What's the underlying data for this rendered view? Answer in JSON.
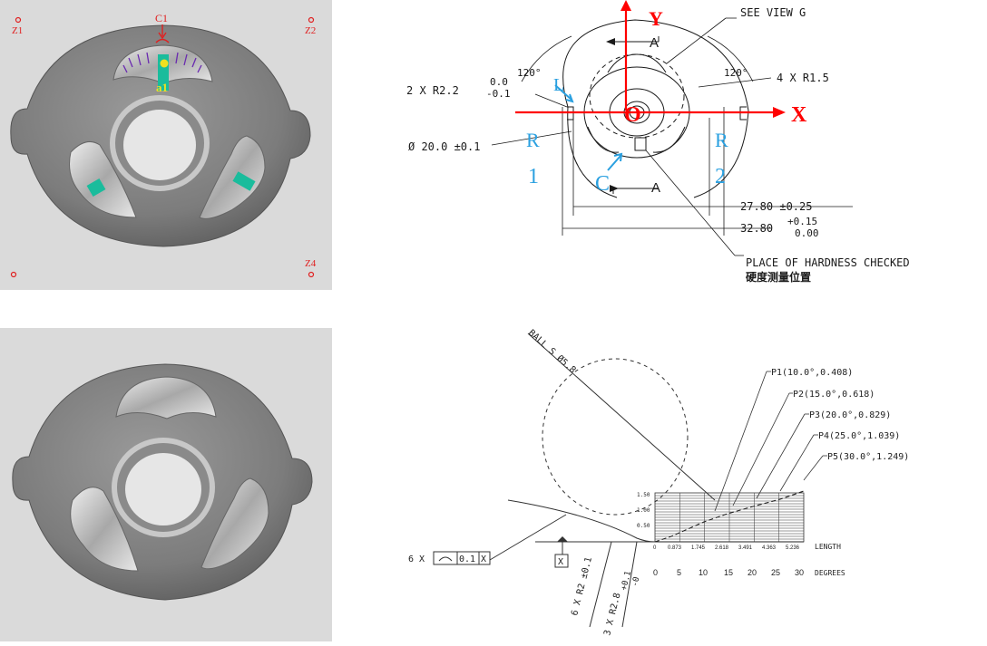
{
  "photo_top": {
    "markers": {
      "z1": "Z1",
      "z2": "Z2",
      "z4": "Z4",
      "c1": "C1",
      "a1": "a1"
    },
    "colors": {
      "background": "#dcdcdc",
      "marker": "#e02020",
      "a1_label": "#f0e020",
      "stripe": "#1abc9c"
    }
  },
  "drawing_top": {
    "axes": {
      "y": "Y",
      "x": "X",
      "origin": "O"
    },
    "labels": {
      "see_view": "SEE VIEW G",
      "section_a_top": "A",
      "section_a_bottom": "A",
      "angle_left": "120°",
      "angle_right": "120°",
      "r_r15": "4 X R1.5",
      "r_r22": "2 X R2.2",
      "tol_r22_upper": "0.0",
      "tol_r22_lower": "-0.1",
      "diameter": "Ø 20.0 ±0.1",
      "dim_2780": "27.80 ±0.25",
      "dim_3280": "32.80",
      "tol_3280_upper": "+0.15",
      "tol_3280_lower": "0.00",
      "hardness_en": "PLACE OF HARDNESS CHECKED",
      "hardness_cn": "硬度测量位置"
    },
    "annotations": {
      "l": "L",
      "r1": "R",
      "n1": "1",
      "r2": "R",
      "n2": "2",
      "c": "C"
    },
    "colors": {
      "axis": "#ff0000",
      "annotation": "#2aa0e0",
      "drawing": "#1a1a1a"
    }
  },
  "drawing_bottom": {
    "ball": "BALL S Ø5.8",
    "points": [
      "P1(10.0°,0.408)",
      "P2(15.0°,0.618)",
      "P3(20.0°,0.829)",
      "P4(25.0°,1.039)",
      "P5(30.0°,1.249)"
    ],
    "y_ticks": [
      "1.50",
      "1.00",
      "0.50"
    ],
    "length_ticks": [
      "0",
      "0.873",
      "1.745",
      "2.618",
      "3.491",
      "4.363",
      "5.236"
    ],
    "length_label": "LENGTH",
    "degree_ticks": [
      "0",
      "5",
      "10",
      "15",
      "20",
      "25",
      "30"
    ],
    "degrees_label": "DEGREES",
    "fcf_multiplier": "6 X",
    "fcf_tolerance": "0.1",
    "fcf_datum": "X",
    "datum_x": "X",
    "r2_label": "6 X R2 ±0.1",
    "r28_label": "3 X R2.8",
    "r28_tol_upper": "+0.1",
    "r28_tol_lower": "-0"
  }
}
